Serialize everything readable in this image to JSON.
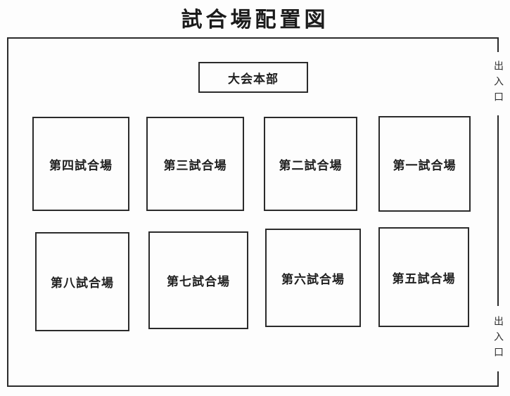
{
  "page": {
    "title": "試合場配置図"
  },
  "venue": {
    "headquarters": {
      "label": "大会本部"
    },
    "courts": [
      {
        "id": "court-4",
        "label": "第四試合場"
      },
      {
        "id": "court-3",
        "label": "第三試合場"
      },
      {
        "id": "court-2",
        "label": "第二試合場"
      },
      {
        "id": "court-1",
        "label": "第一試合場"
      },
      {
        "id": "court-8",
        "label": "第八試合場"
      },
      {
        "id": "court-7",
        "label": "第七試合場"
      },
      {
        "id": "court-6",
        "label": "第六試合場"
      },
      {
        "id": "court-5",
        "label": "第五試合場"
      }
    ],
    "gates": [
      {
        "position": "top-right",
        "label": "出入口"
      },
      {
        "position": "bottom-right",
        "label": "出入口"
      }
    ]
  },
  "colors": {
    "line": "#2b2b2b",
    "text": "#1f1f1f",
    "background": "#fdfdfd"
  }
}
